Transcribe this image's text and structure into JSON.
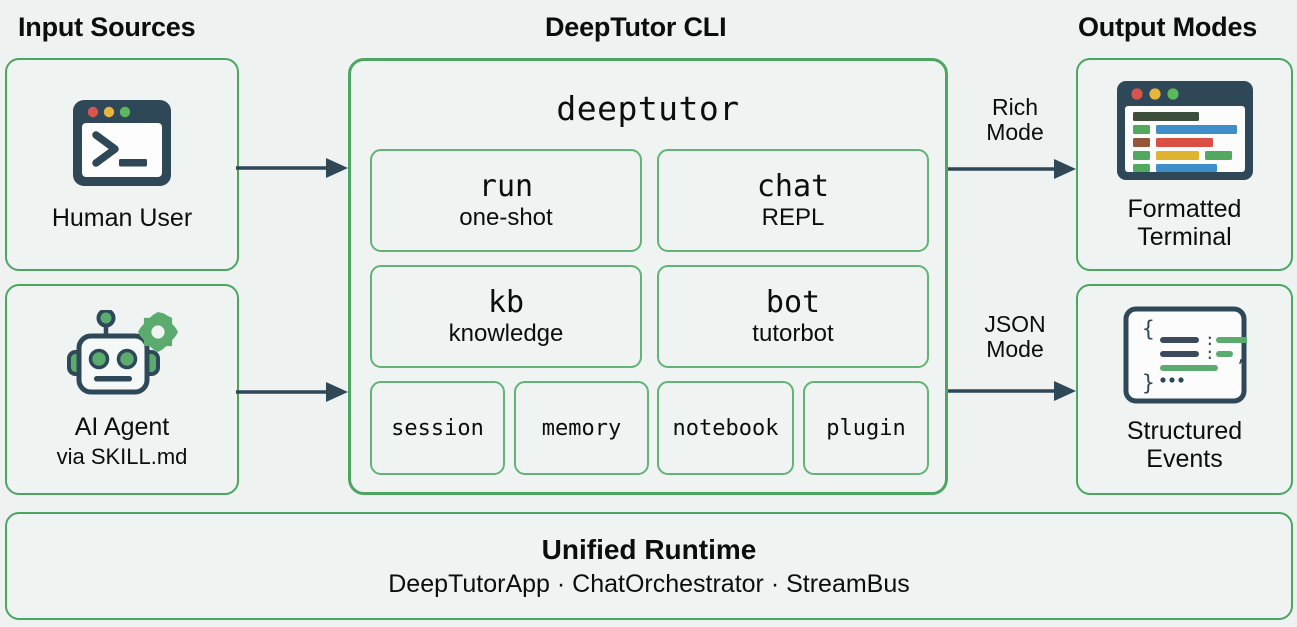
{
  "headings": {
    "input": "Input Sources",
    "cli": "DeepTutor CLI",
    "output": "Output Modes"
  },
  "input_sources": [
    {
      "id": "human-user",
      "icon": "terminal-window-icon",
      "label": "Human User",
      "sub": ""
    },
    {
      "id": "ai-agent",
      "icon": "robot-gear-icon",
      "label": "AI Agent",
      "sub": "via SKILL.md"
    }
  ],
  "cli": {
    "title": "deeptutor",
    "primary_commands": [
      {
        "name": "run",
        "desc": "one-shot"
      },
      {
        "name": "chat",
        "desc": "REPL"
      },
      {
        "name": "kb",
        "desc": "knowledge"
      },
      {
        "name": "bot",
        "desc": "tutorbot"
      }
    ],
    "secondary_commands": [
      {
        "name": "session"
      },
      {
        "name": "memory"
      },
      {
        "name": "notebook"
      },
      {
        "name": "plugin"
      }
    ]
  },
  "arrows": {
    "rich": "Rich\nMode",
    "rich_line1": "Rich",
    "rich_line2": "Mode",
    "json_line1": "JSON",
    "json_line2": "Mode"
  },
  "output_modes": [
    {
      "id": "formatted-terminal",
      "icon": "formatted-terminal-icon",
      "line1": "Formatted",
      "line2": "Terminal"
    },
    {
      "id": "structured-events",
      "icon": "json-document-icon",
      "line1": "Structured",
      "line2": "Events"
    }
  ],
  "runtime": {
    "title": "Unified Runtime",
    "subtitle": "DeepTutorApp · ChatOrchestrator · StreamBus"
  },
  "colors": {
    "background": "#eef3f1",
    "card_fill": "#eff4f2",
    "border_green": "#4da562",
    "inner_border_green": "#63b377",
    "arrow_navy": "#2f4858",
    "icon_navy": "#2f4858",
    "accent_green": "#5cab6e",
    "text": "#0b0e0d",
    "dot_red": "#d9534f",
    "dot_yellow": "#e8b53c",
    "dot_green": "#5cb85c",
    "bar_blue": "#3d8ec9",
    "bar_red": "#d94f43",
    "bar_yellow": "#ddb32f",
    "bar_green": "#51a95e",
    "bar_brown": "#96563a",
    "bar_darkgreen": "#3c4f3a"
  }
}
